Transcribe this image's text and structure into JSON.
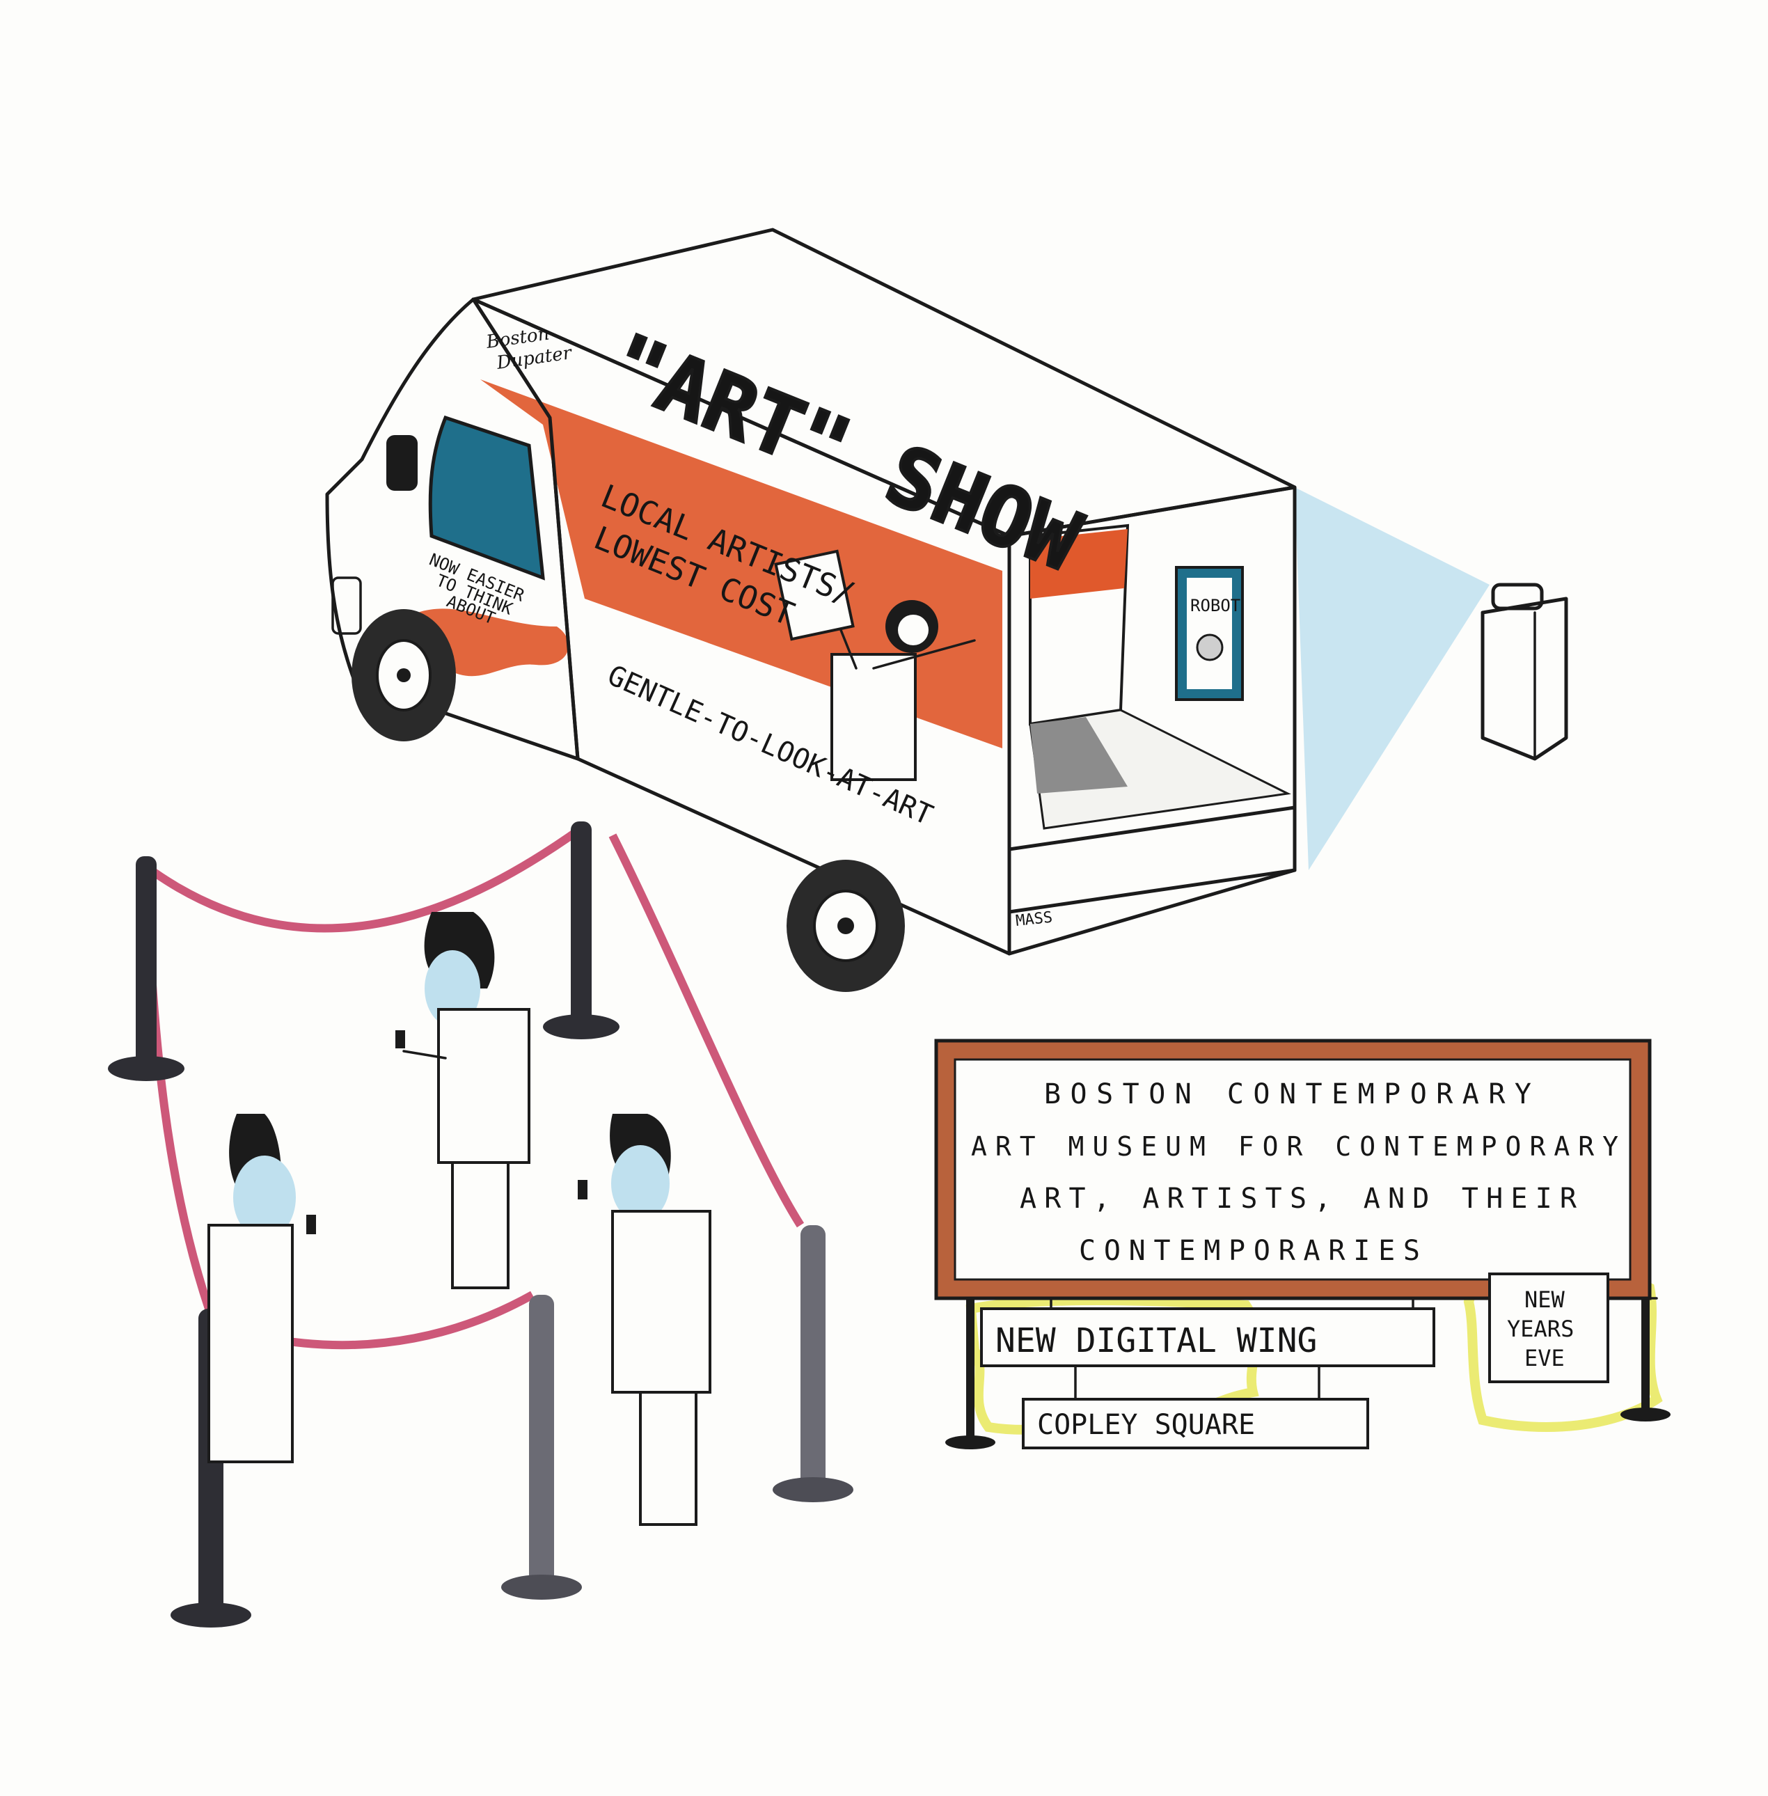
{
  "colors": {
    "paper": "#fdfdfb",
    "ink": "#1b1b1b",
    "van_orange": "#e0592c",
    "window_blue": "#1f6f8b",
    "light_blue": "#bfe0ee",
    "rope_pink": "#c8466a",
    "post_gray": "#4d4d55",
    "sign_brown": "#b8623c",
    "glow_yellow": "#e7e85a"
  },
  "van": {
    "cab_script": [
      "Boston",
      "Dupater"
    ],
    "side_title": "\"ART\" SHOW",
    "stripe_text": [
      "LOCAL ARTISTS/",
      "LOWEST COST"
    ],
    "door_text": [
      "NOW EASIER",
      "TO THINK",
      "ABOUT"
    ],
    "tagline": "GENTLE-TO-LOOK-AT-ART",
    "poster_label": "ROBOT",
    "plate": "MASS"
  },
  "sign": {
    "main_lines": [
      "BOSTON CONTEMPORARY",
      "ART MUSEUM FOR CONTEMPORARY",
      "ART, ARTISTS, AND THEIR",
      "CONTEMPORARIES"
    ],
    "wing": "NEW DIGITAL WING",
    "square": "COPLEY SQUARE",
    "event": [
      "NEW",
      "YEARS",
      "EVE"
    ]
  }
}
